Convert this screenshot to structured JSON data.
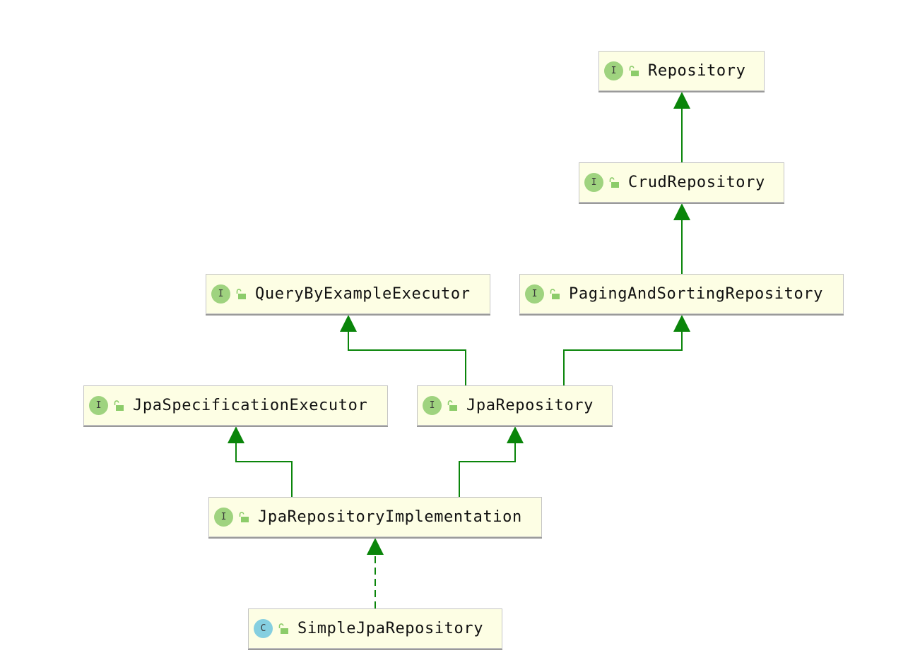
{
  "diagram": {
    "nodes": [
      {
        "id": "repository",
        "kind": "interface",
        "badge": "I",
        "label": "Repository",
        "access_icon": "unlocked-icon"
      },
      {
        "id": "crud",
        "kind": "interface",
        "badge": "I",
        "label": "CrudRepository",
        "access_icon": "unlocked-icon"
      },
      {
        "id": "qbe",
        "kind": "interface",
        "badge": "I",
        "label": "QueryByExampleExecutor",
        "access_icon": "unlocked-icon"
      },
      {
        "id": "paging",
        "kind": "interface",
        "badge": "I",
        "label": "PagingAndSortingRepository",
        "access_icon": "unlocked-icon"
      },
      {
        "id": "jpaspec",
        "kind": "interface",
        "badge": "I",
        "label": "JpaSpecificationExecutor",
        "access_icon": "unlocked-icon"
      },
      {
        "id": "jparepo",
        "kind": "interface",
        "badge": "I",
        "label": "JpaRepository",
        "access_icon": "unlocked-icon"
      },
      {
        "id": "jpaimpl",
        "kind": "interface",
        "badge": "I",
        "label": "JpaRepositoryImplementation",
        "access_icon": "unlocked-icon"
      },
      {
        "id": "simple",
        "kind": "class",
        "badge": "C",
        "label": "SimpleJpaRepository",
        "access_icon": "unlocked-icon"
      }
    ],
    "edges": [
      {
        "from": "crud",
        "to": "repository",
        "type": "extends"
      },
      {
        "from": "paging",
        "to": "crud",
        "type": "extends"
      },
      {
        "from": "jparepo",
        "to": "qbe",
        "type": "extends"
      },
      {
        "from": "jparepo",
        "to": "paging",
        "type": "extends"
      },
      {
        "from": "jpaimpl",
        "to": "jpaspec",
        "type": "extends"
      },
      {
        "from": "jpaimpl",
        "to": "jparepo",
        "type": "extends"
      },
      {
        "from": "simple",
        "to": "jpaimpl",
        "type": "implements"
      }
    ],
    "colors": {
      "node_fill": "#fdfee4",
      "node_border": "#c4c4c4",
      "edge": "#0a850a",
      "interface_badge": "#9fd37f",
      "class_badge": "#85cfe0",
      "lock": "#8ccc6a"
    }
  }
}
